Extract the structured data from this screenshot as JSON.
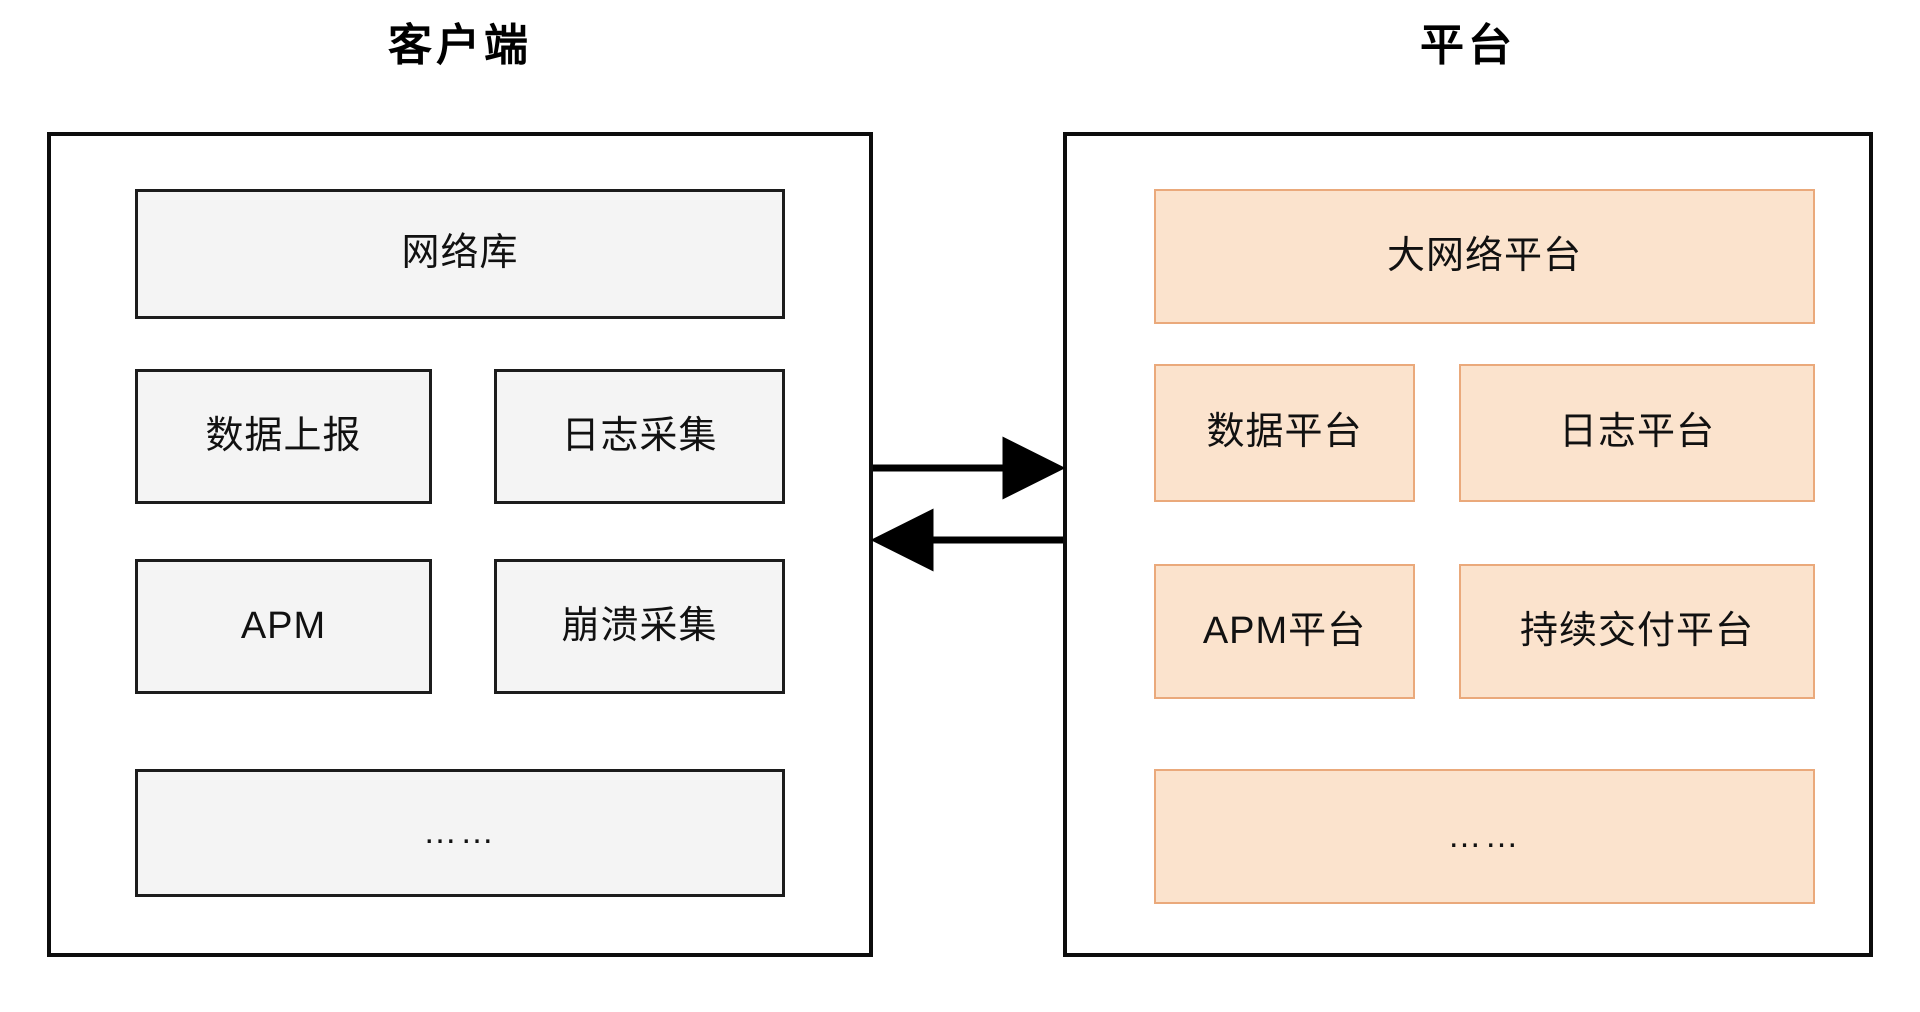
{
  "diagram": {
    "title_left": "客户端",
    "title_right": "平台",
    "ellipsis": "……"
  },
  "client": {
    "title": "客户端",
    "modules": [
      {
        "id": "netlib",
        "label": "网络库"
      },
      {
        "id": "datarep",
        "label": "数据上报"
      },
      {
        "id": "logcol",
        "label": "日志采集"
      },
      {
        "id": "apm",
        "label": "APM"
      },
      {
        "id": "crash",
        "label": "崩溃采集"
      },
      {
        "id": "client-more",
        "label": "……"
      }
    ],
    "style": {
      "fill": "#f4f4f4",
      "border": "#1c1c1c",
      "container_border": "#0d0d0d"
    }
  },
  "platform": {
    "title": "平台",
    "modules": [
      {
        "id": "bignet",
        "label": "大网络平台"
      },
      {
        "id": "data",
        "label": "数据平台"
      },
      {
        "id": "log",
        "label": "日志平台"
      },
      {
        "id": "apm",
        "label": "APM平台"
      },
      {
        "id": "cd",
        "label": "持续交付平台"
      },
      {
        "id": "more",
        "label": "……"
      }
    ],
    "style": {
      "fill": "#fbe3cd",
      "border": "#eaa97b",
      "container_border": "#0d0d0d"
    }
  },
  "connectors": [
    {
      "id": "client-to-platform",
      "direction": "right",
      "label": ""
    },
    {
      "id": "platform-to-client",
      "direction": "left",
      "label": ""
    }
  ]
}
